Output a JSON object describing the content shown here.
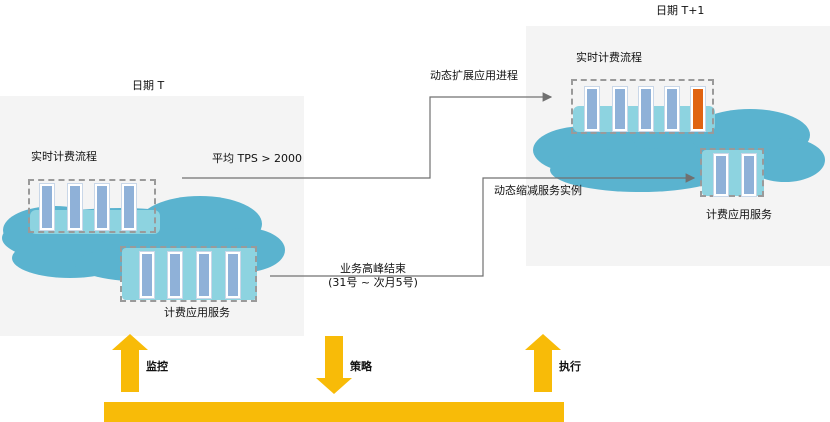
{
  "date_t": "日期 T",
  "date_t1": "日期 T+1",
  "left": {
    "realtime_flow": "实时计费流程",
    "app_service": "计费应用服务"
  },
  "right": {
    "realtime_flow": "实时计费流程",
    "app_service": "计费应用服务"
  },
  "arrows": {
    "avg_tps": "平均 TPS > 2000",
    "scale_out": "动态扩展应用进程",
    "scale_in": "动态缩减服务实例",
    "peak_end_line1": "业务高峰结束",
    "peak_end_line2": "(31号 ~ 次月5号)"
  },
  "bottom": {
    "monitor": "监控",
    "strategy": "策略",
    "execute": "执行"
  },
  "colors": {
    "cloud": "#5ab3cf",
    "cloud_light": "#8dd3e0",
    "bar": "#8fb1d8",
    "bar_active": "#e06412",
    "yellow": "#f8bb08",
    "panel": "#f4f4f4"
  }
}
